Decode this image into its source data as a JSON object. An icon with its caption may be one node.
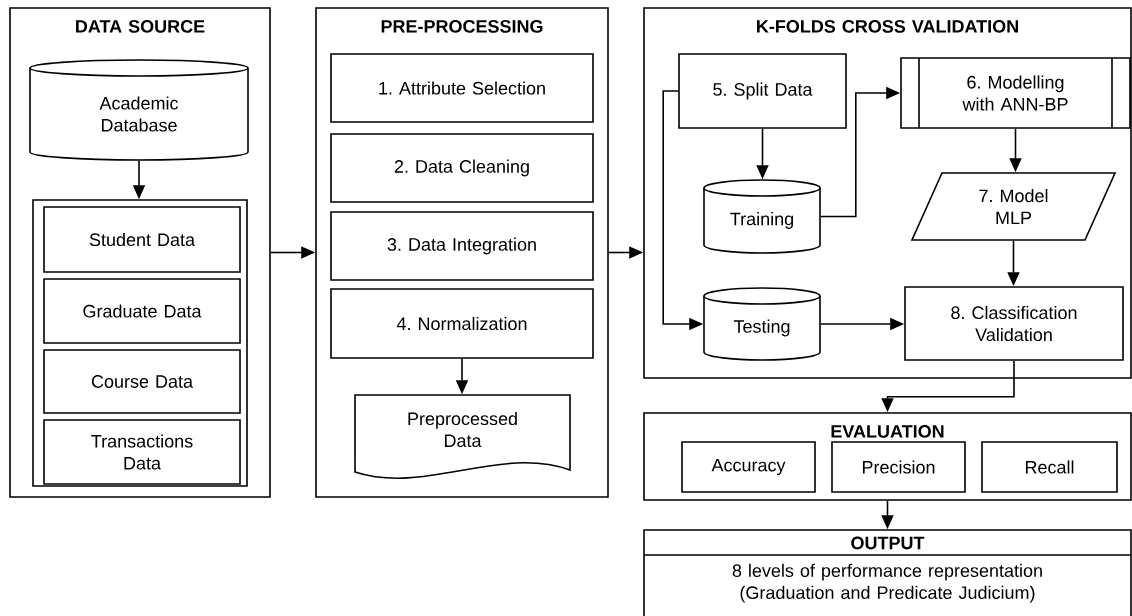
{
  "diagram": {
    "nodes": [
      {
        "text": [
          "DATA SOURCE"
        ]
      },
      {
        "text": [
          "Academic Database"
        ],
        "in": 0
      },
      {
        "text": [],
        "shape": "box",
        "in": 0
      },
      {
        "text": [
          "Student Data"
        ],
        "in": 2
      },
      {
        "text": [
          "Graduate Data"
        ],
        "in": 2
      },
      {
        "text": [
          "Course Data"
        ],
        "in": 2
      },
      {
        "text": [
          "Transactions Data"
        ],
        "in": 2
      },
      {
        "text": [
          "PRE-PROCESSING"
        ]
      },
      {
        "text": [
          "1. Attribute Selection"
        ],
        "in": 7
      },
      {
        "text": [
          "2. Data Cleaning"
        ],
        "in": 7
      },
      {
        "text": [
          "3. Data Integration"
        ],
        "in": 7
      },
      {
        "text": [
          "4. Normalization"
        ],
        "in": 7
      },
      {
        "text": [
          "Preprocessed Data"
        ],
        "in": 7
      },
      {
        "text": [
          "K-FOLDS CROSS VALIDATION"
        ]
      },
      {
        "text": [
          "5. Split Data"
        ],
        "in": 13
      },
      {
        "text": [
          "6. Modelling with ANN-BP"
        ],
        "in": 13
      },
      {
        "text": [
          "Training"
        ],
        "in": 13
      },
      {
        "text": [
          "7. Model MLP"
        ],
        "in": 13
      },
      {
        "text": [
          "Testing"
        ],
        "in": 13
      },
      {
        "text": [
          "8. Classification Validation"
        ],
        "in": 13
      },
      {
        "text": [
          "EVALUATION"
        ]
      },
      {
        "text": [
          "Accuracy"
        ],
        "in": 20
      },
      {
        "text": [
          "Precision"
        ],
        "in": 20
      },
      {
        "text": [
          "Recall"
        ],
        "in": 20
      },
      {
        "text": [
          "OUTPUT",
          "8 levels of performance representation (Graduation and Predicate Judicium)"
        ]
      }
    ],
    "edges": [
      {
        "from": 1,
        "to": 2,
        "arrow": "to"
      },
      {
        "from": 0,
        "to": 7,
        "arrow": "to"
      },
      {
        "from": 11,
        "to": 12,
        "arrow": "to"
      },
      {
        "from": 7,
        "to": 13,
        "arrow": "to"
      },
      {
        "from": 14,
        "to": 16,
        "arrow": "to"
      },
      {
        "from": 14,
        "to": 18,
        "arrow": "to"
      },
      {
        "from": 16,
        "to": 15,
        "arrow": "to"
      },
      {
        "from": 15,
        "to": 17,
        "arrow": "to"
      },
      {
        "from": 17,
        "to": 19,
        "arrow": "to"
      },
      {
        "from": 18,
        "to": 19,
        "arrow": "to"
      },
      {
        "from": 19,
        "to": 20,
        "arrow": "to"
      },
      {
        "from": 20,
        "to": 24,
        "arrow": "to"
      }
    ]
  }
}
